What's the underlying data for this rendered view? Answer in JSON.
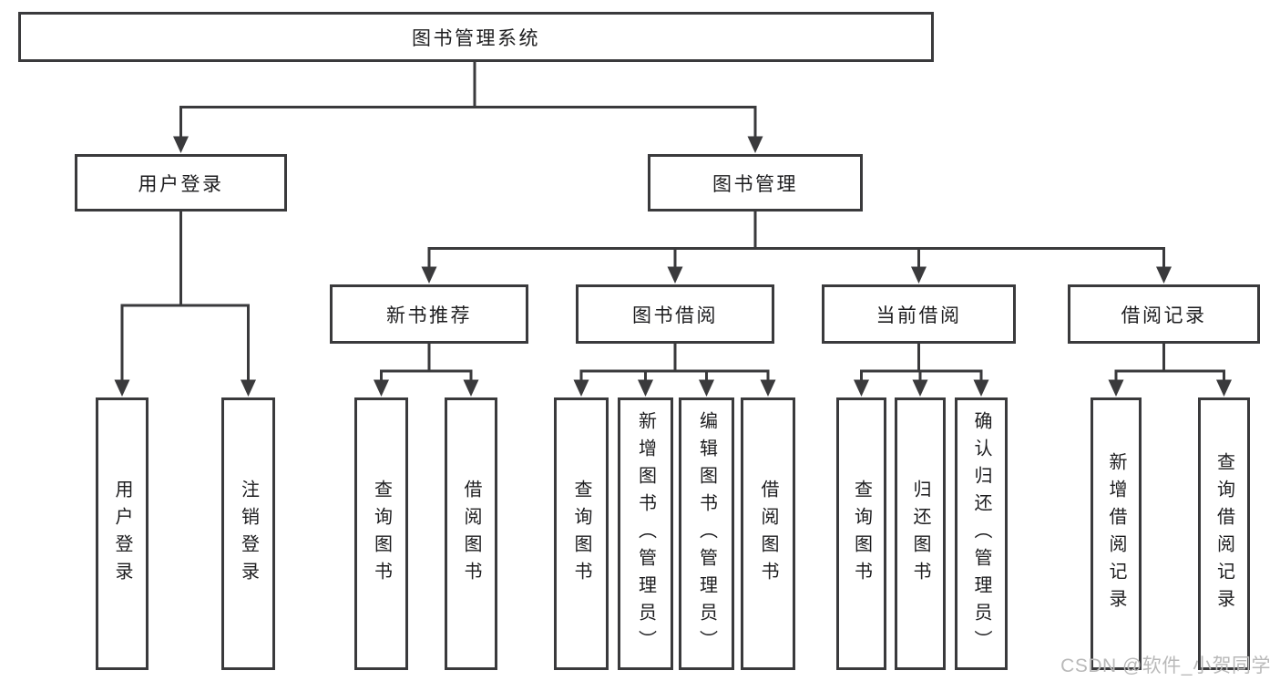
{
  "colors": {
    "line": "#3a3a3c",
    "text": "#1d1d1f",
    "watermark": "#b9b9b9",
    "background": "#ffffff"
  },
  "tree": {
    "root": "图书管理系统",
    "children": [
      {
        "label": "用户登录",
        "children": [
          "用户登录",
          "注销登录"
        ]
      },
      {
        "label": "图书管理",
        "children": [
          {
            "label": "新书推荐",
            "children": [
              "查询图书",
              "借阅图书"
            ]
          },
          {
            "label": "图书借阅",
            "children": [
              "查询图书",
              "新增图书（管理员）",
              "编辑图书（管理员）",
              "借阅图书"
            ]
          },
          {
            "label": "当前借阅",
            "children": [
              "查询图书",
              "归还图书",
              "确认归还（管理员）"
            ]
          },
          {
            "label": "借阅记录",
            "children": [
              "新增借阅记录",
              "查询借阅记录"
            ]
          }
        ]
      }
    ]
  },
  "watermark": {
    "text": "CSDN @软件_小贺同学"
  }
}
